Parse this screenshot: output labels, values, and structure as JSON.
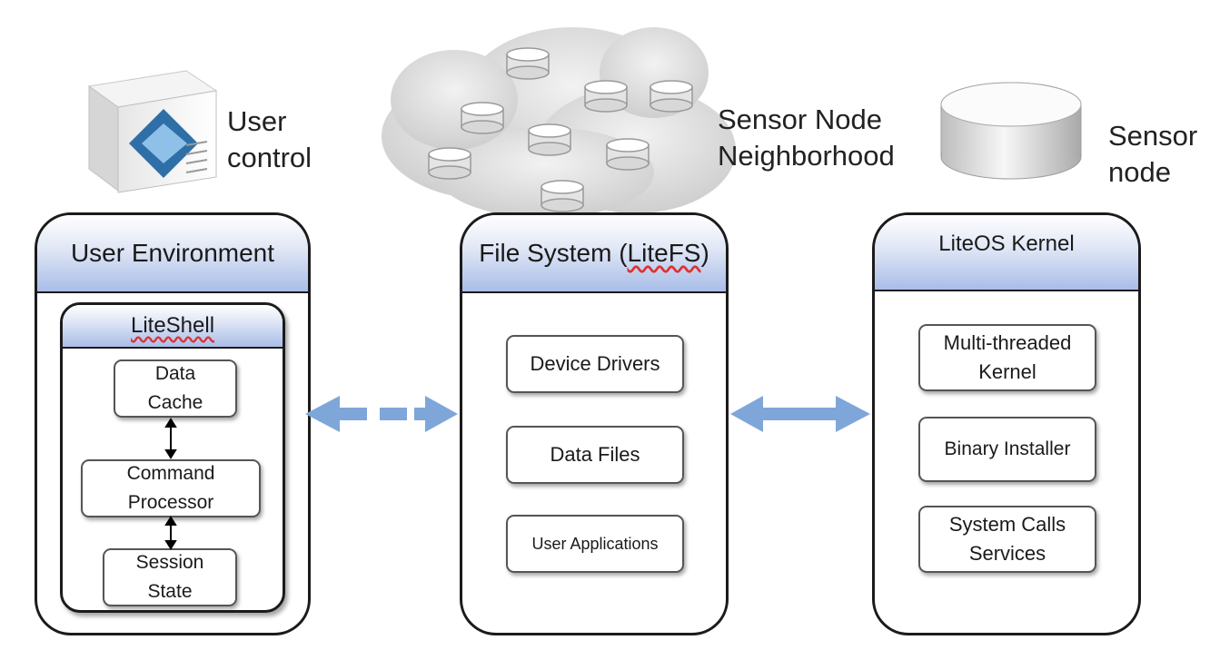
{
  "captions": {
    "user_control": "User\ncontrol",
    "neighborhood": "Sensor Node\nNeighborhood",
    "sensor_node": "Sensor\nnode"
  },
  "user_env": {
    "title": "User Environment",
    "liteshell": {
      "title": "LiteShell",
      "items": [
        "Data\nCache",
        "Command\nProcessor",
        "Session\nState"
      ]
    }
  },
  "file_system": {
    "title_prefix": "File System (",
    "title_link": "LiteFS",
    "title_suffix": ")",
    "items": [
      "Device Drivers",
      "Data Files",
      "User Applications"
    ]
  },
  "kernel": {
    "title": "LiteOS Kernel",
    "items": [
      "Multi-threaded\nKernel",
      "Binary Installer",
      "System Calls\nServices"
    ]
  },
  "colors": {
    "arrow": "#7fa6d9",
    "header_fill": "#a9bde8",
    "cloud": "#d9d9d9"
  }
}
